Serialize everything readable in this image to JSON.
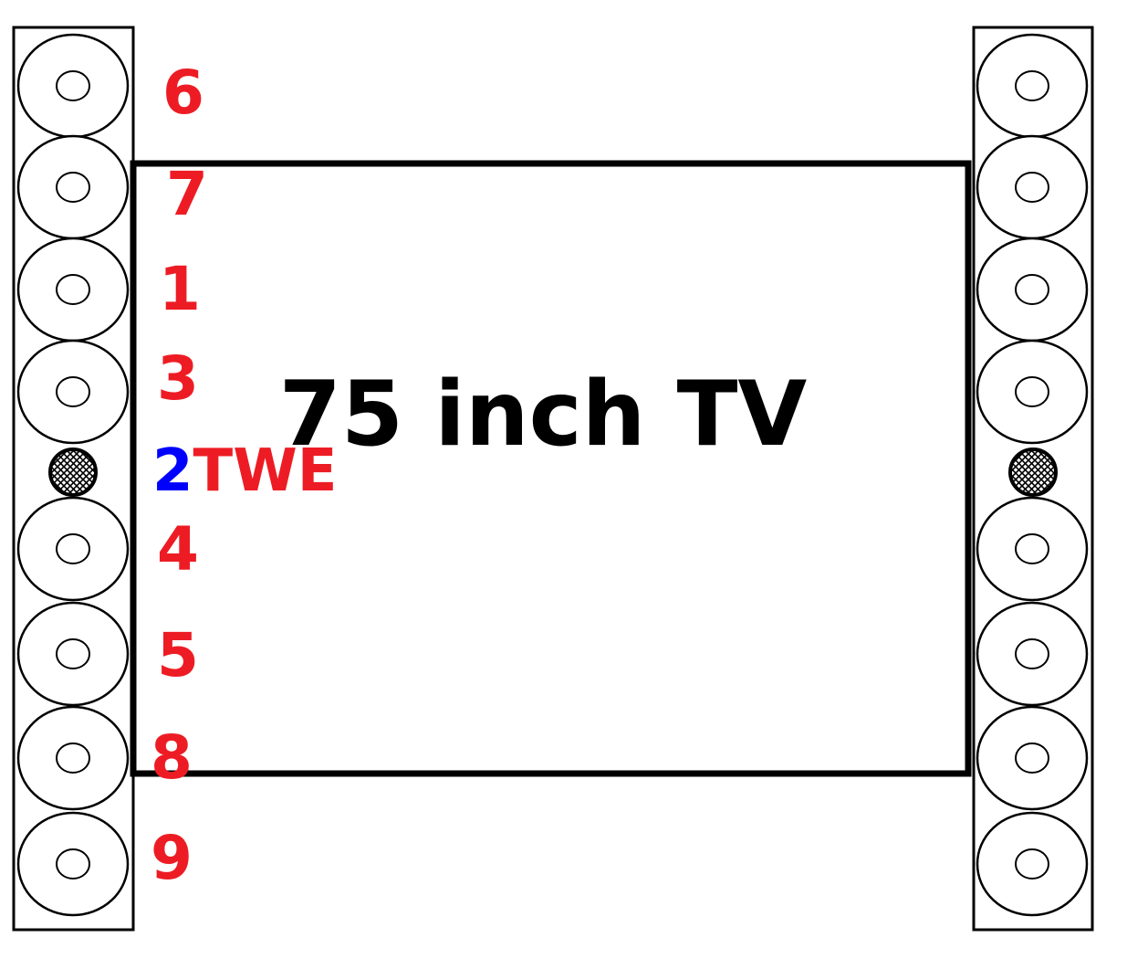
{
  "tv": {
    "label": "75 inch TV"
  },
  "speaker_labels": [
    "6",
    "7",
    "1",
    "3",
    "4",
    "5",
    "8",
    "9"
  ],
  "tweeter": {
    "number": "2",
    "suffix": "TWE"
  },
  "colors": {
    "label_red": "#ed1c24",
    "tweeter_number_blue": "#0000ff",
    "outline": "#000000",
    "background": "#ffffff"
  },
  "icons": {
    "woofer": "speaker-driver-icon",
    "tweeter": "tweeter-hatched-icon"
  }
}
